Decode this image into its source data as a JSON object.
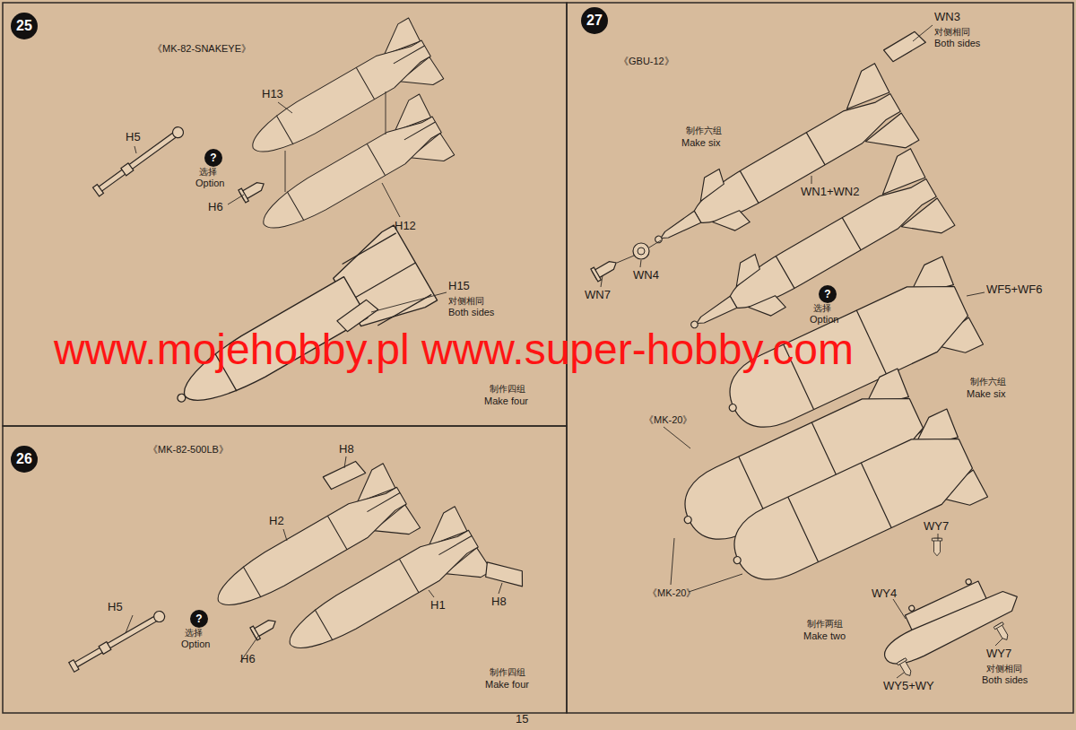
{
  "diagram": {
    "nodes": [
      {
        "text": [
          "25"
        ]
      },
      {
        "text": [
          "?"
        ]
      },
      {
        "text": [
          "26"
        ]
      },
      {
        "text": [
          "?"
        ]
      },
      {
        "text": [
          "27"
        ]
      },
      {
        "text": [
          "?"
        ]
      }
    ],
    "labels": [
      "《MK-82-SNAKEYE》",
      "H13",
      "H5",
      "选择",
      "Option",
      "H6",
      "H12",
      "H15",
      "对侧相同",
      "Both sides",
      "制作四组",
      "Make four",
      "《MK-82-500LB》",
      "H8",
      "H2",
      "H5",
      "选择",
      "Option",
      "H6",
      "H1",
      "H8",
      "制作四组",
      "Make four",
      "WN3",
      "对侧相同",
      "Both sides",
      "《GBU-12》",
      "制作六组",
      "Make six",
      "WN1+WN2",
      "WN7",
      "WN4",
      "选择",
      "Option",
      "WF5+WF6",
      "制作六组",
      "Make six",
      "《MK-20》",
      "《MK-20》",
      "WY7",
      "WY4",
      "制作两组",
      "Make two",
      "WY7",
      "对侧相同",
      "Both sides",
      "WY5+WY",
      "www.mojehobby.pl www.super-hobby.com",
      "15"
    ]
  }
}
